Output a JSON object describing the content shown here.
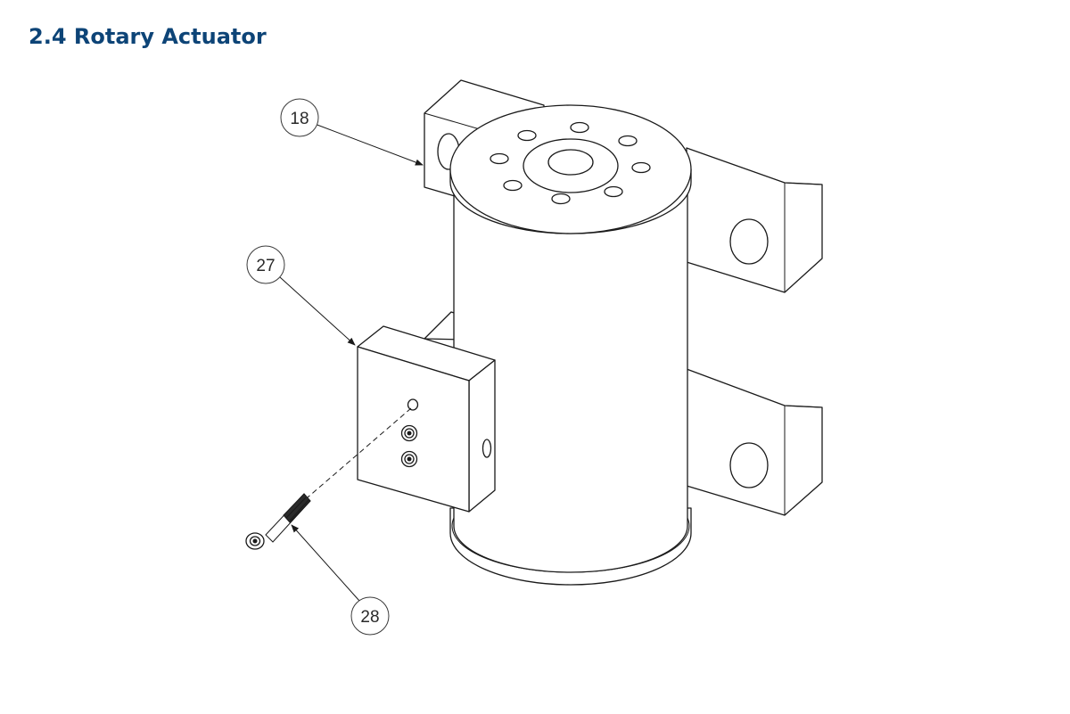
{
  "section": {
    "title": "2.4 Rotary Actuator"
  },
  "callouts": [
    {
      "label": "18",
      "part": "mounting-block"
    },
    {
      "label": "27",
      "part": "valve-block"
    },
    {
      "label": "28",
      "part": "socket-head-cap-screw"
    }
  ],
  "colors": {
    "title": "#0d4477",
    "line": "#1a1a1a",
    "background": "#ffffff"
  }
}
